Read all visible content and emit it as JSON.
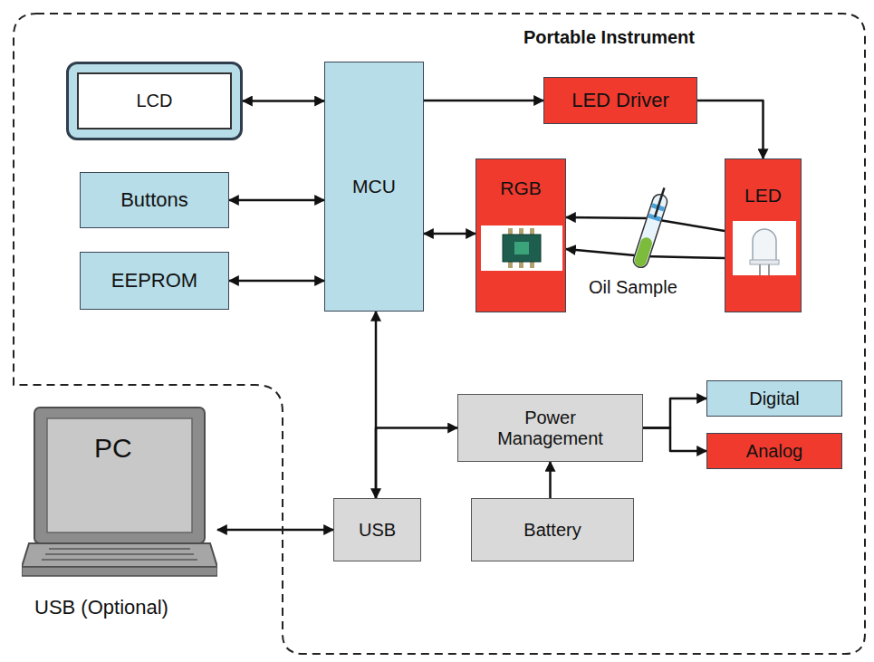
{
  "diagram": {
    "nodes": [
      {
        "text": [
          "Portable Instrument"
        ]
      },
      {
        "text": [
          "LCD"
        ],
        "in": 0
      },
      {
        "text": [
          "MCU"
        ],
        "in": 0
      },
      {
        "text": [
          "LED Driver"
        ],
        "in": 0
      },
      {
        "text": [
          "Buttons"
        ],
        "in": 0
      },
      {
        "text": [
          "RGB"
        ],
        "in": 0
      },
      {
        "text": [
          "LED"
        ],
        "in": 0
      },
      {
        "text": [
          "EEPROM"
        ],
        "in": 0
      },
      {
        "text": [
          "Power Management"
        ],
        "in": 0
      },
      {
        "text": [
          "Digital"
        ],
        "in": 0
      },
      {
        "text": [
          "Analog"
        ],
        "in": 0
      },
      {
        "text": [
          "USB"
        ],
        "in": 0
      },
      {
        "text": [
          "Battery"
        ],
        "in": 0
      },
      {
        "text": [
          "PC",
          "USB (Optional)"
        ]
      }
    ],
    "edges": [
      {
        "from": 1,
        "to": 2,
        "arrow": "both"
      },
      {
        "from": 4,
        "to": 2,
        "arrow": "both"
      },
      {
        "from": 7,
        "to": 2,
        "arrow": "both"
      },
      {
        "from": 2,
        "to": 3,
        "arrow": "to"
      },
      {
        "from": 3,
        "to": 6,
        "arrow": "to"
      },
      {
        "from": 5,
        "to": 2,
        "arrow": "both"
      },
      {
        "from": 6,
        "to": 5,
        "arrow": "to"
      },
      {
        "from": 6,
        "to": 5,
        "arrow": "to"
      },
      {
        "from": 2,
        "to": 11,
        "arrow": "both"
      },
      {
        "from": 11,
        "to": 8,
        "arrow": "to"
      },
      {
        "from": 12,
        "to": 8,
        "arrow": "to"
      },
      {
        "from": 8,
        "to": 9,
        "arrow": "to"
      },
      {
        "from": 8,
        "to": 10,
        "arrow": "to"
      },
      {
        "from": 13,
        "to": 11,
        "arrow": "both"
      }
    ],
    "labels": [
      "Oil Sample"
    ]
  }
}
